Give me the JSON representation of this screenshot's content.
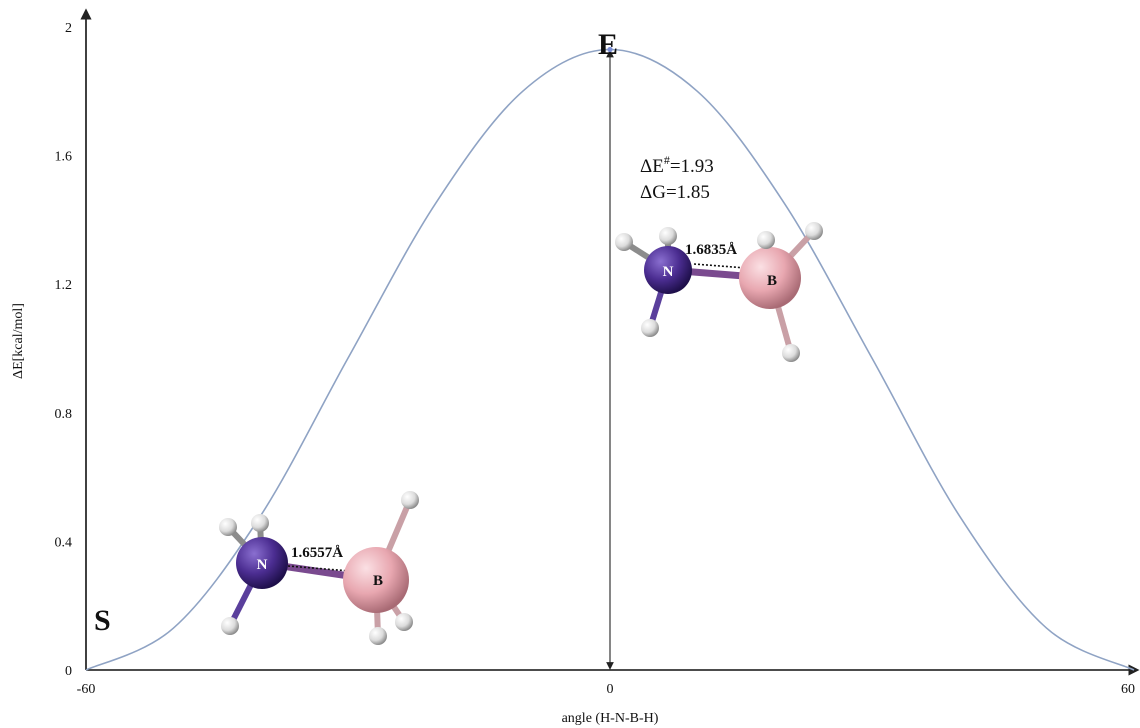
{
  "chart_data": {
    "type": "line",
    "title": "",
    "xlabel": "angle (H-N-B-H)",
    "ylabel": "ΔE[kcal/mol]",
    "xlim": [
      -60,
      60
    ],
    "ylim": [
      0,
      2
    ],
    "xticks": [
      "-60",
      "0",
      "60"
    ],
    "yticks": [
      "0",
      "0.4",
      "0.8",
      "1.2",
      "1.6",
      "2"
    ],
    "grid": false,
    "line_color": "#8fa3c4",
    "series": [
      {
        "x": [
          -60,
          -50,
          -40,
          -30,
          -20,
          -10,
          0,
          10,
          20,
          30,
          40,
          50,
          60
        ],
        "y": [
          0,
          0.13,
          0.48,
          0.97,
          1.45,
          1.8,
          1.93,
          1.8,
          1.45,
          0.97,
          0.48,
          0.13,
          0
        ]
      }
    ],
    "points": [
      {
        "label": "S",
        "x": -60,
        "y": 0
      },
      {
        "label": "E",
        "x": 0,
        "y": 1.93
      }
    ],
    "annotations": {
      "barrier_energy": "ΔE",
      "barrier_energy_sup": "#",
      "barrier_energy_value": "=1.93",
      "free_energy": "ΔG=1.85"
    },
    "molecules": [
      {
        "state": "S",
        "bond_length": "1.6557Å",
        "atom_n": "N",
        "atom_b": "B",
        "n_color": "#4b2d91",
        "b_color": "#e8a7b0",
        "h_color": "#e8e8e8"
      },
      {
        "state": "E",
        "bond_length": "1.6835Å",
        "atom_n": "N",
        "atom_b": "B",
        "n_color": "#4b2d91",
        "b_color": "#e8a7b0",
        "h_color": "#e8e8e8"
      }
    ]
  }
}
